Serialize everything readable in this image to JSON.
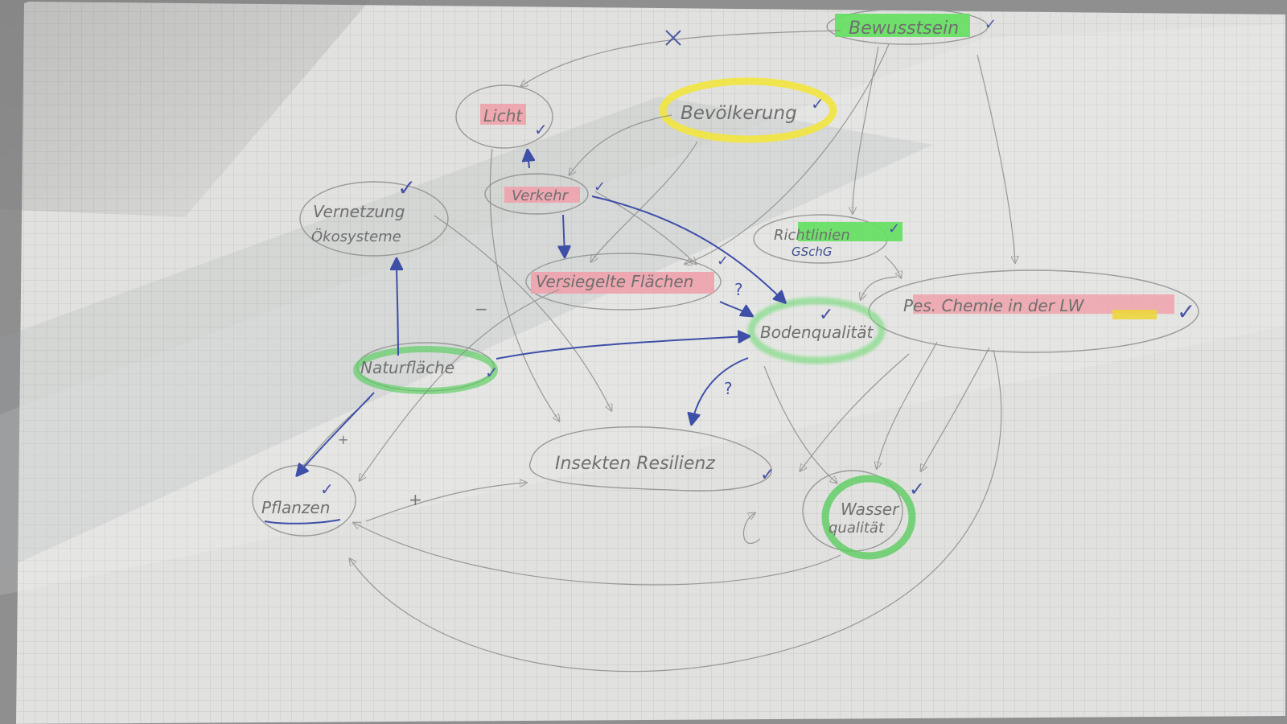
{
  "photo": {
    "subject": "hand-drawn concept map on graph paper"
  },
  "nodes": {
    "bewusstsein": "Bewusstsein",
    "licht": "Licht",
    "bevoelkerung": "Bevölkerung",
    "verkehr": "Verkehr",
    "vernetzung": "Vernetzung\nÖkosysteme",
    "richtlinien": "Richtlinien\nGSchG",
    "versiegelte": "Versiegelte Flächen",
    "bodenqualitaet": "Bodenqualität",
    "pestizide": "Pes. Chemie in der LW",
    "naturflaeche": "Naturfläche",
    "insekten": "Insekten Resilienz",
    "pflanzen": "Pflanzen",
    "wasserqualitaet": "Wasser\nqualität"
  },
  "marks": {
    "check": "✓",
    "cross": "✕",
    "question": "?",
    "plus": "+",
    "minus": "−"
  },
  "colors": {
    "paper": "#e3e3e1",
    "grid": "#bfc2c4",
    "pencil": "#8a8a8a",
    "ink": "#3e4fa8",
    "green_marker": "#63e06b",
    "pink_marker": "#f0a2ad",
    "yellow_marker": "#f4e94a",
    "shadow": "#8f8f8f"
  }
}
